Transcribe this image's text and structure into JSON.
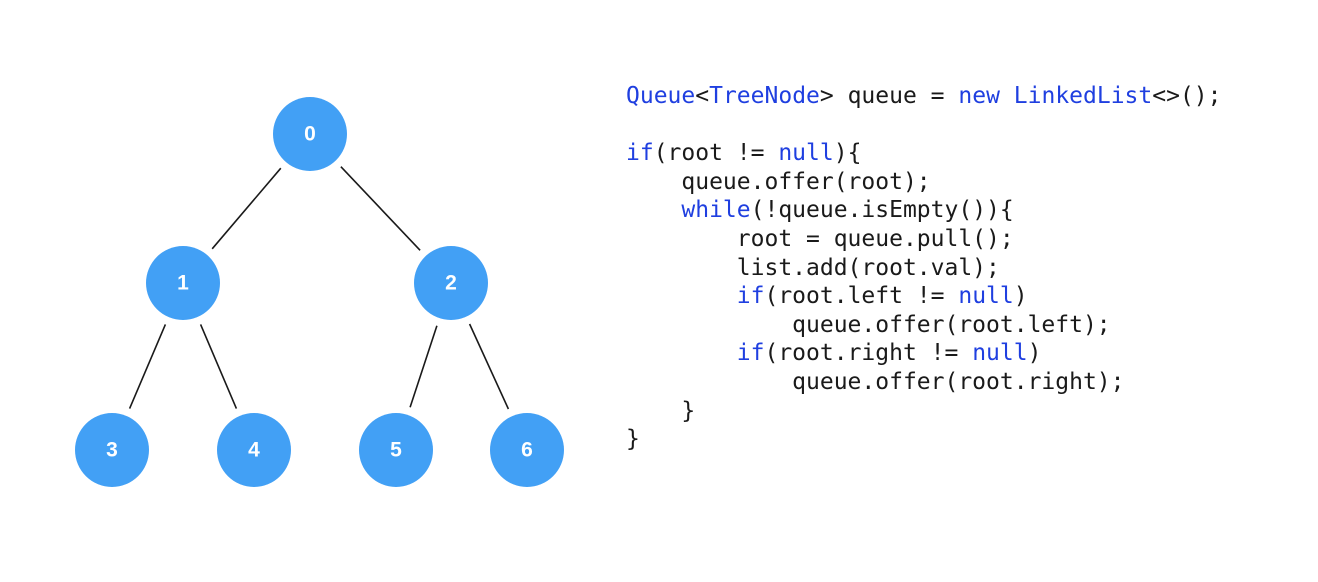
{
  "colors": {
    "node_fill": "#42a0f5",
    "node_text": "#ffffff",
    "edge": "#1a1a1a",
    "keyword": "#1f3fe0",
    "code_text": "#1a1a1a",
    "background": "#ffffff"
  },
  "tree": {
    "nodes": [
      {
        "id": "0",
        "label": "0"
      },
      {
        "id": "1",
        "label": "1"
      },
      {
        "id": "2",
        "label": "2"
      },
      {
        "id": "3",
        "label": "3"
      },
      {
        "id": "4",
        "label": "4"
      },
      {
        "id": "5",
        "label": "5"
      },
      {
        "id": "6",
        "label": "6"
      }
    ],
    "edges": [
      {
        "from": "0",
        "to": "1"
      },
      {
        "from": "0",
        "to": "2"
      },
      {
        "from": "1",
        "to": "3"
      },
      {
        "from": "1",
        "to": "4"
      },
      {
        "from": "2",
        "to": "5"
      },
      {
        "from": "2",
        "to": "6"
      }
    ]
  },
  "code": {
    "lines": [
      [
        [
          "kw",
          "Queue"
        ],
        [
          "tx",
          "<"
        ],
        [
          "kw",
          "TreeNode"
        ],
        [
          "tx",
          "> queue = "
        ],
        [
          "kw",
          "new"
        ],
        [
          "tx",
          " "
        ],
        [
          "kw",
          "LinkedList"
        ],
        [
          "tx",
          "<>();"
        ]
      ],
      [],
      [
        [
          "kw",
          "if"
        ],
        [
          "tx",
          "(root != "
        ],
        [
          "kw",
          "null"
        ],
        [
          "tx",
          "){"
        ]
      ],
      [
        [
          "tx",
          "    queue.offer(root);"
        ]
      ],
      [
        [
          "tx",
          "    "
        ],
        [
          "kw",
          "while"
        ],
        [
          "tx",
          "(!queue.isEmpty()){"
        ]
      ],
      [
        [
          "tx",
          "        root = queue.pull();"
        ]
      ],
      [
        [
          "tx",
          "        list.add(root.val);"
        ]
      ],
      [
        [
          "tx",
          "        "
        ],
        [
          "kw",
          "if"
        ],
        [
          "tx",
          "(root.left != "
        ],
        [
          "kw",
          "null"
        ],
        [
          "tx",
          ")"
        ]
      ],
      [
        [
          "tx",
          "            queue.offer(root.left);"
        ]
      ],
      [
        [
          "tx",
          "        "
        ],
        [
          "kw",
          "if"
        ],
        [
          "tx",
          "(root.right != "
        ],
        [
          "kw",
          "null"
        ],
        [
          "tx",
          ")"
        ]
      ],
      [
        [
          "tx",
          "            queue.offer(root.right);"
        ]
      ],
      [
        [
          "tx",
          "    }"
        ]
      ],
      [
        [
          "tx",
          "}"
        ]
      ]
    ]
  }
}
